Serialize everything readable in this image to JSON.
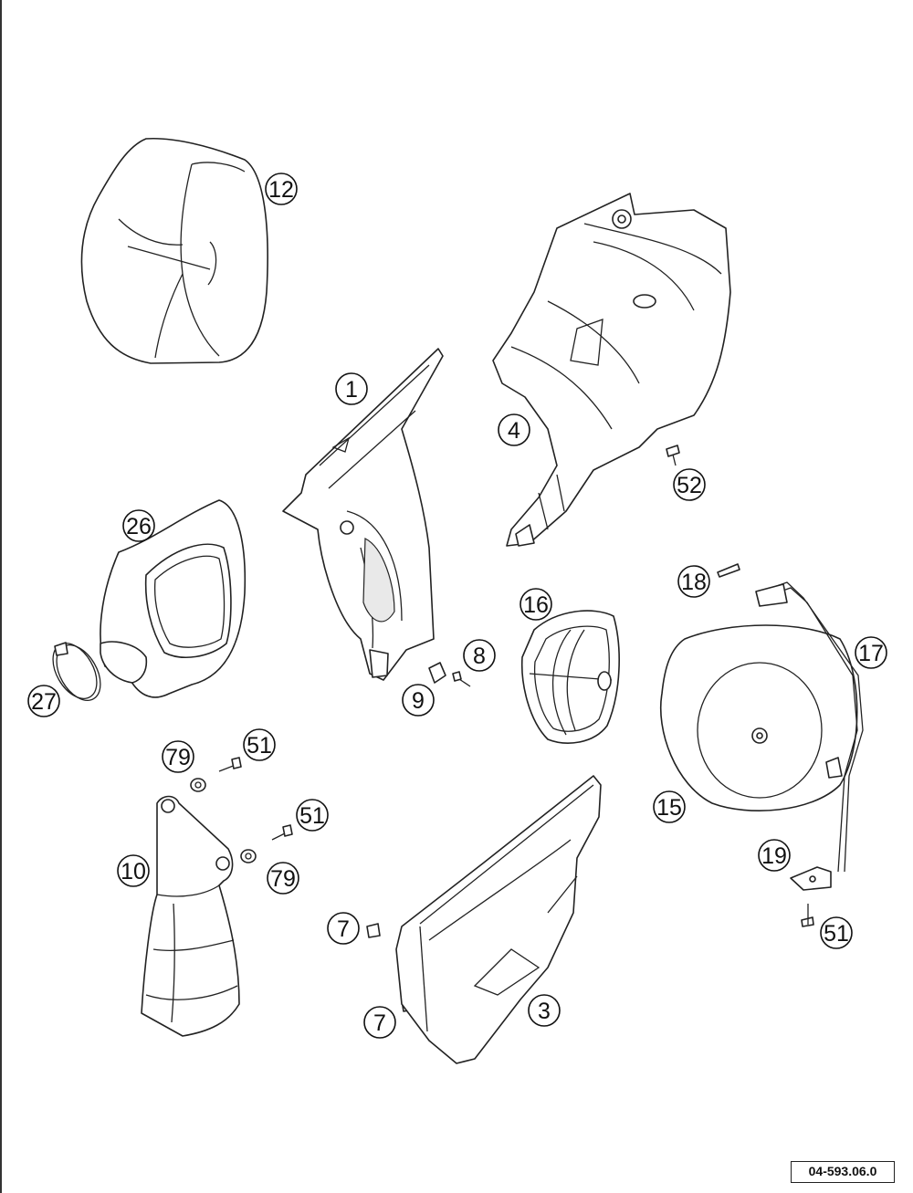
{
  "drawing_code": "04-593.06.0",
  "callouts": [
    {
      "label": "12"
    },
    {
      "label": "1"
    },
    {
      "label": "4"
    },
    {
      "label": "52"
    },
    {
      "label": "26"
    },
    {
      "label": "16"
    },
    {
      "label": "18"
    },
    {
      "label": "17"
    },
    {
      "label": "8"
    },
    {
      "label": "9"
    },
    {
      "label": "27"
    },
    {
      "label": "79"
    },
    {
      "label": "51"
    },
    {
      "label": "51"
    },
    {
      "label": "79"
    },
    {
      "label": "10"
    },
    {
      "label": "15"
    },
    {
      "label": "19"
    },
    {
      "label": "7"
    },
    {
      "label": "7"
    },
    {
      "label": "3"
    },
    {
      "label": "51"
    }
  ]
}
